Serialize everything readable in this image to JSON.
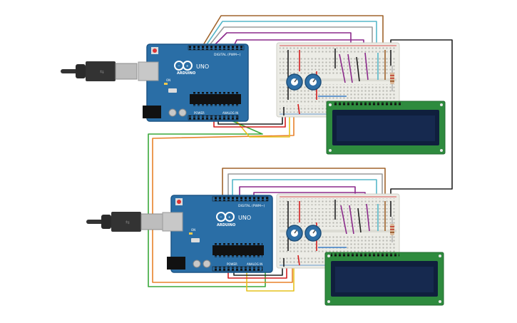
{
  "colors": {
    "board": "#2a6ea6",
    "board_edge": "#1d5585",
    "breadboard": "#ecece6",
    "lcd_pcb": "#2e8b3e",
    "lcd_screen": "#16294f",
    "pot": "#2f6fa6",
    "usb_cable": "#333333",
    "usb_plug": "#bdbdbd",
    "wires": {
      "brown": "#a0642c",
      "cyan": "#56b7c9",
      "purple": "#8b2a8b",
      "gray": "#9c9c9c",
      "red": "#d41f1f",
      "black": "#222222",
      "green": "#3aa83a",
      "orange": "#e8822a",
      "yellow": "#e6c21f",
      "blue": "#3d7fc7"
    }
  },
  "boards": [
    {
      "logo": "ARDUINO",
      "model": "UNO",
      "digital_label": "DIGITAL (PWM~)",
      "power_label": "POWER",
      "analog_label": "ANALOG IN",
      "on_label": "ON"
    },
    {
      "logo": "ARDUINO",
      "model": "UNO",
      "digital_label": "DIGITAL (PWM~)",
      "power_label": "POWER",
      "analog_label": "ANALOG IN",
      "on_label": "ON"
    }
  ]
}
